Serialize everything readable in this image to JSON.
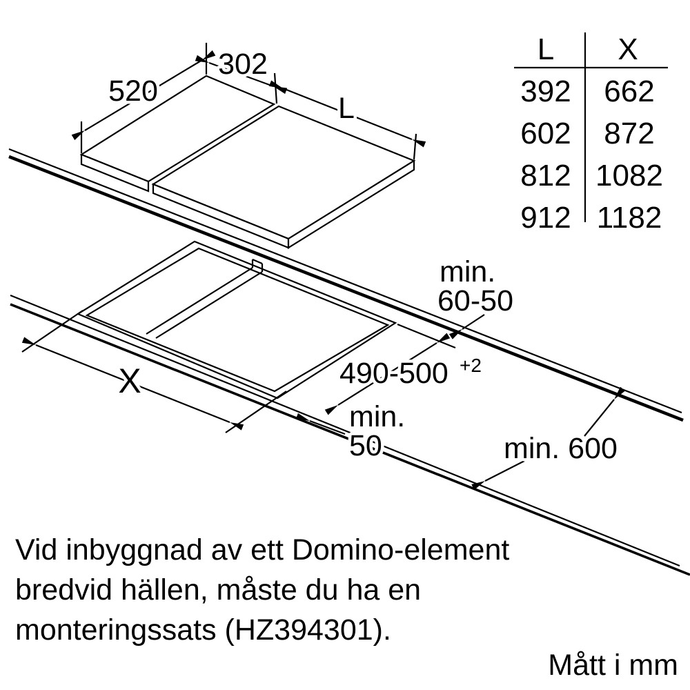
{
  "diagram_title": "Domino hob installation drawing",
  "units_note": "Mått i mm",
  "dims": {
    "top_depth": "520",
    "top_small_width": "302",
    "top_large_width": "L",
    "cutout_span": "X",
    "cutout_depth": "490-500",
    "cutout_depth_tolerance": "+2",
    "back_gap_line1": "min.",
    "back_gap_line2": "60-50",
    "front_gap_line1": "min.",
    "front_gap_line2": "50",
    "worktop_depth": "min. 600"
  },
  "table": {
    "col1_header": "L",
    "col2_header": "X",
    "rows": [
      {
        "l": "392",
        "x": "662"
      },
      {
        "l": "602",
        "x": "872"
      },
      {
        "l": "812",
        "x": "1082"
      },
      {
        "l": "912",
        "x": "1182"
      }
    ]
  },
  "note": {
    "line1": "Vid inbyggnad av ett Domino-element",
    "line2": "bredvid hällen, måste du ha en",
    "line3": "monteringssats (HZ394301)."
  },
  "colors": {
    "ink": "#000000",
    "paper": "#ffffff"
  },
  "chart_data": {
    "type": "table",
    "title": "L to X conversion",
    "categories": [
      "L",
      "X"
    ],
    "series": [
      {
        "name": "L",
        "values": [
          392,
          602,
          812,
          912
        ]
      },
      {
        "name": "X",
        "values": [
          662,
          872,
          1082,
          1182
        ]
      }
    ]
  }
}
